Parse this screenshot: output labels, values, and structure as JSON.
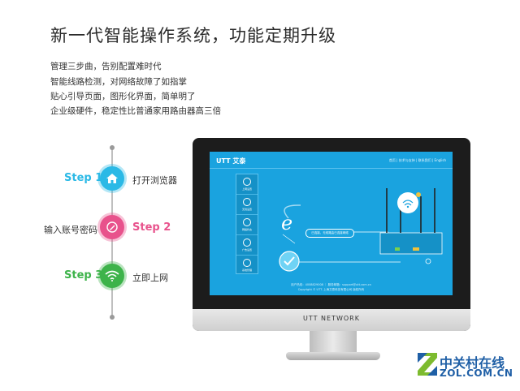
{
  "title": "新一代智能操作系统，功能定期升级",
  "features": [
    "管理三步曲，告别配置难时代",
    "智能线路检测，对网络故障了如指掌",
    "贴心引导页面，图形化界面，简单明了",
    "企业级硬件，稳定性比普通家用路由器高三倍"
  ],
  "steps": [
    {
      "label": "Step 1",
      "text": "打开浏览器",
      "color": "#2bb9e6",
      "icon": "home-icon"
    },
    {
      "label": "Step 2",
      "text": "输入账号密码",
      "color": "#e8528c",
      "icon": "pencil-icon"
    },
    {
      "label": "Step 3",
      "text": "立即上网",
      "color": "#3db34a",
      "icon": "wifi-icon"
    }
  ],
  "monitor": {
    "brand": "UTT NETWORK",
    "screen": {
      "logo": "UTT 艾泰",
      "nav": "首页 | 技术与支持 | 联系我们 | English",
      "sidebar": [
        "上网设置",
        "无线设置",
        "网络状态",
        "广告设置",
        "系统管理"
      ],
      "status": "已连接，无线路由已连接网络",
      "footer_lines": [
        "用户热线：4008829008 ｜ 服务邮箱：support@utt.com.cn",
        "Copyright © UTT. 上海艾泰科技有限公司 版权所有"
      ]
    }
  },
  "watermark": {
    "line1": "中关村在线",
    "line2": "ZOL.COM.CN"
  },
  "colors": {
    "screen_bg": "#1aa3df",
    "accent_blue": "#2bb9e6",
    "accent_pink": "#e8528c",
    "accent_green": "#3db34a"
  }
}
